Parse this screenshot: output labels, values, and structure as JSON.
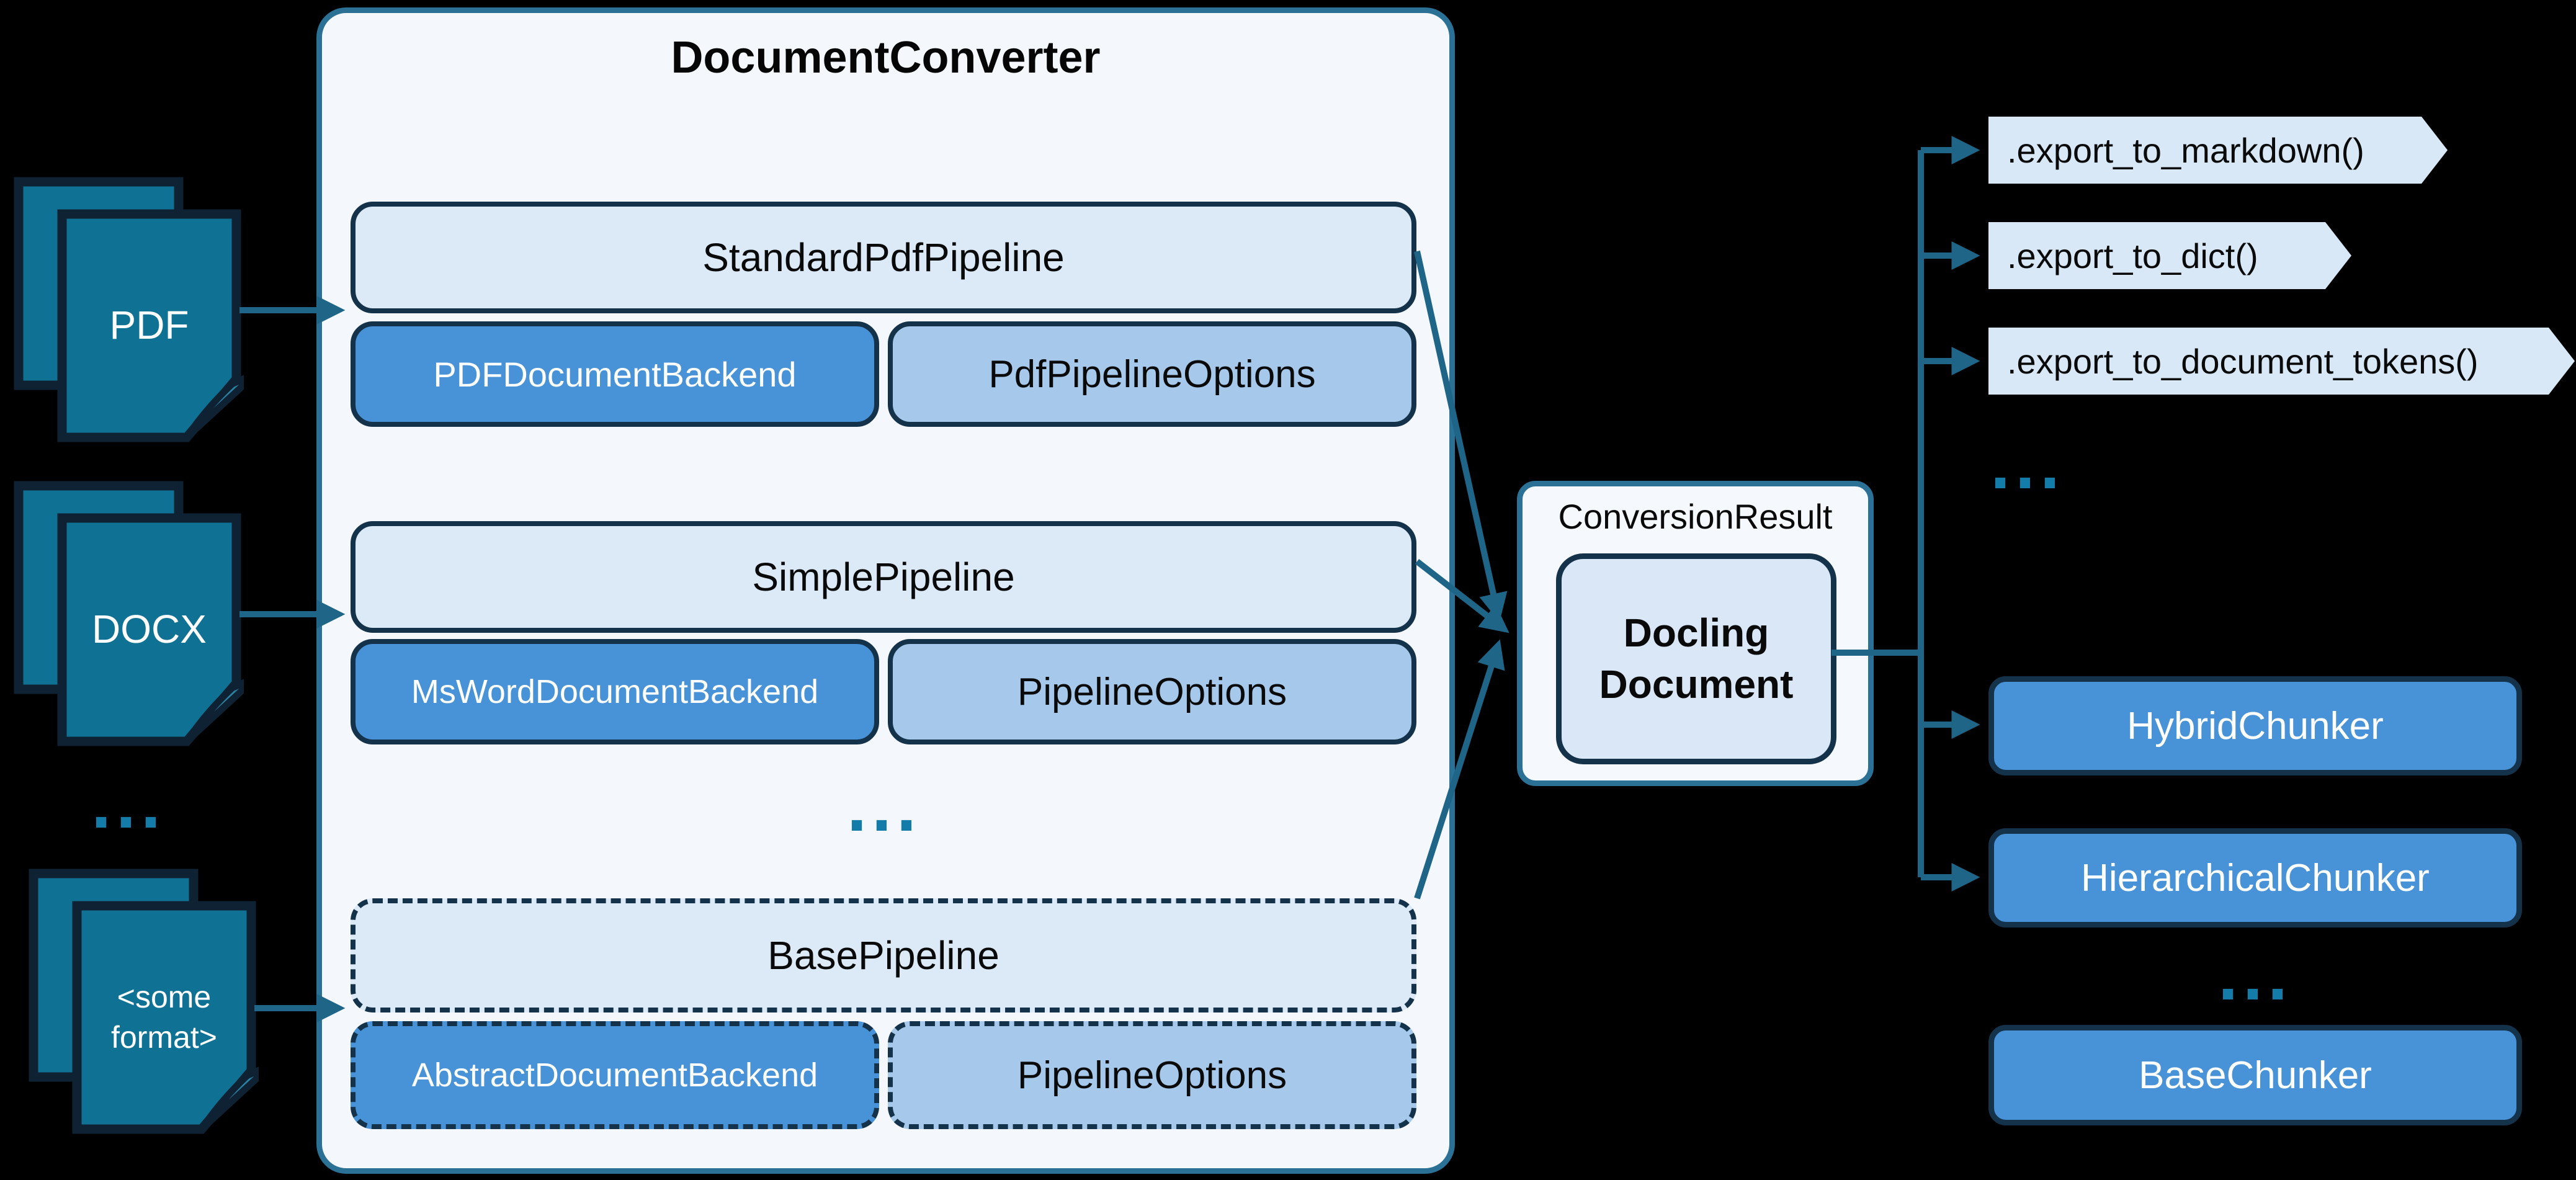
{
  "diagram": {
    "inputs": {
      "items": [
        {
          "label": "PDF"
        },
        {
          "label": "DOCX"
        },
        {
          "label": "<some format>"
        }
      ],
      "ellipsis": "..."
    },
    "converter": {
      "title": "DocumentConverter",
      "rows": [
        {
          "pipeline": "StandardPdfPipeline",
          "backend": "PDFDocumentBackend",
          "options": "PdfPipelineOptions",
          "style": "solid"
        },
        {
          "pipeline": "SimplePipeline",
          "backend": "MsWordDocumentBackend",
          "options": "PipelineOptions",
          "style": "solid"
        },
        {
          "pipeline": "BasePipeline",
          "backend": "AbstractDocumentBackend",
          "options": "PipelineOptions",
          "style": "dashed"
        }
      ],
      "ellipsis": "..."
    },
    "result": {
      "label": "ConversionResult",
      "document": "Docling Document"
    },
    "exports": {
      "items": [
        {
          "label": ".export_to_markdown()"
        },
        {
          "label": ".export_to_dict()"
        },
        {
          "label": ".export_to_document_tokens()"
        }
      ],
      "ellipsis": "..."
    },
    "chunkers": {
      "items": [
        {
          "label": "HybridChunker"
        },
        {
          "label": "HierarchicalChunker"
        }
      ],
      "ellipsis": "...",
      "base": {
        "label": "BaseChunker"
      }
    },
    "colors": {
      "background": "#000000",
      "container_fill": "#f4f8fd",
      "container_border": "#2a7195",
      "pipeline_fill": "#dce9f7",
      "backend_fill": "#4892d8",
      "options_fill": "#a6c8ea",
      "dark_border": "#14334a",
      "document_icon_fill": "#0f7294",
      "document_icon_border": "#0e2233",
      "arrow": "#1f6587",
      "ellipsis_dots": "#137ca8",
      "export_tag_fill": "#d9e8f6"
    }
  }
}
